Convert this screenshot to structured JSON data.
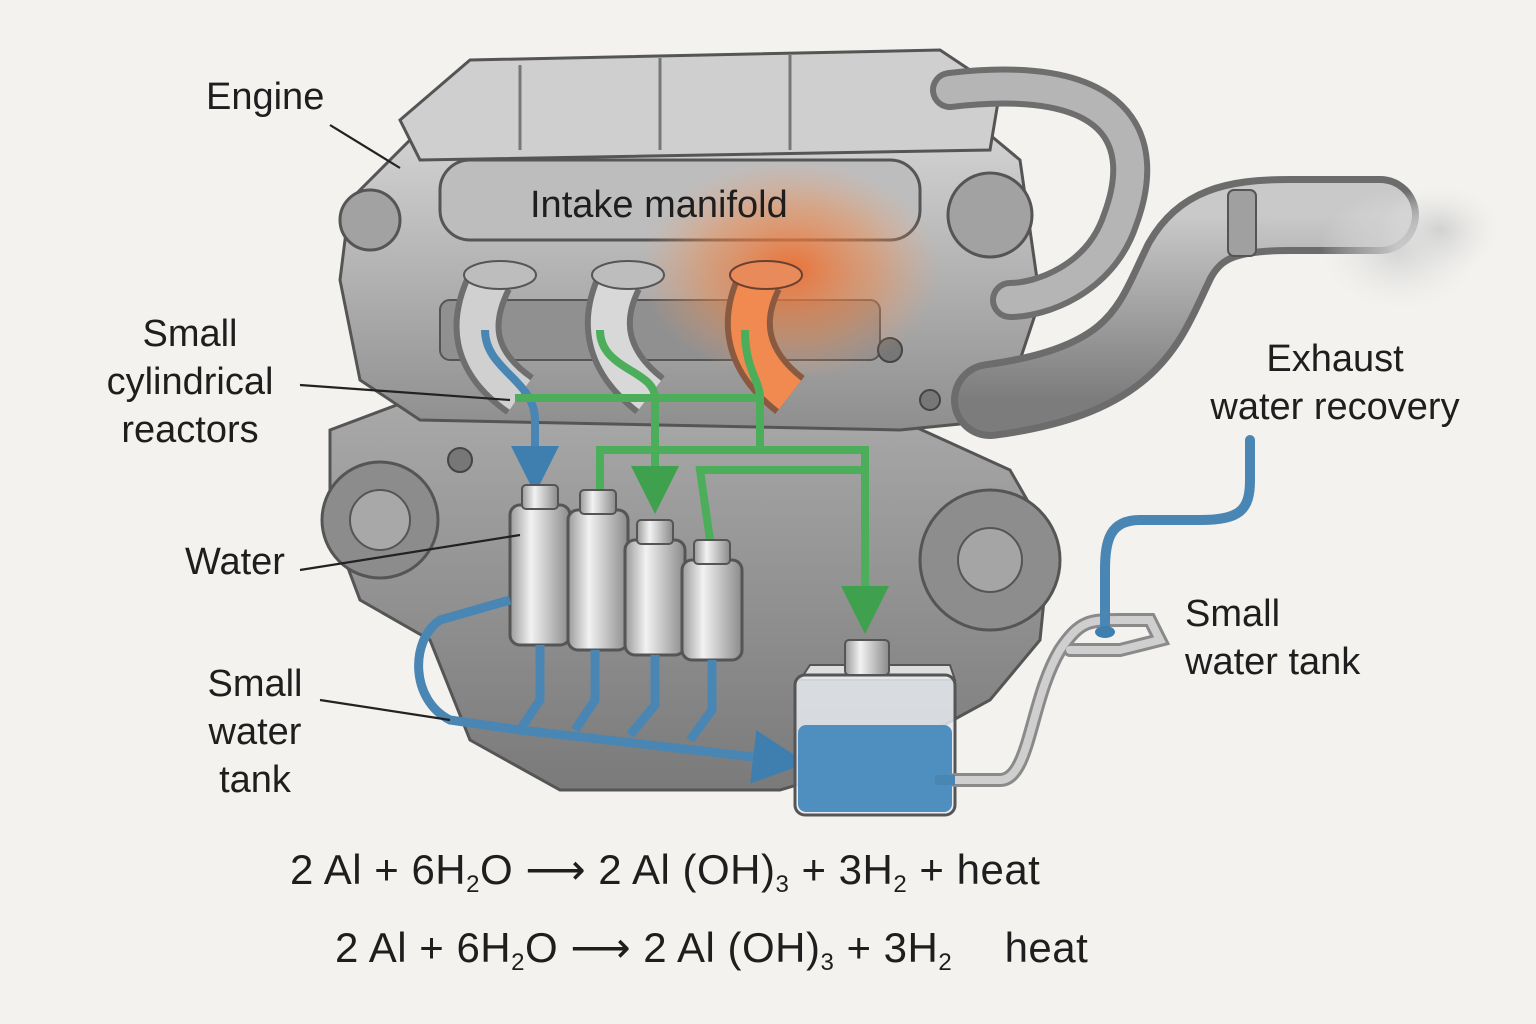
{
  "labels": {
    "engine": "Engine",
    "intake_manifold": "Intake manifold",
    "reactors": [
      "Small",
      "cylindrical",
      "reactors"
    ],
    "water": "Water",
    "small_water_tank_left": [
      "Small",
      "water",
      "tank"
    ],
    "exhaust_water_recovery": [
      "Exhaust",
      "water recovery"
    ],
    "small_water_tank_right": [
      "Small",
      "water tank"
    ]
  },
  "equations": [
    {
      "lhs_a": "2 Al",
      "plus1": "+",
      "lhs_b": "6H",
      "lhs_b_sub": "2",
      "lhs_b_end": "O",
      "arrow": "⟶",
      "rhs_a": "2 Al (OH)",
      "rhs_a_sub": "3",
      "plus2": "+",
      "rhs_b": "3H",
      "rhs_b_sub": "2",
      "plus3": "+",
      "rhs_c": "heat"
    },
    {
      "lhs_a": "2 Al",
      "plus1": "+",
      "lhs_b": "6H",
      "lhs_b_sub": "2",
      "lhs_b_end": "O",
      "arrow": "⟶",
      "rhs_a": "2 Al (OH)",
      "rhs_a_sub": "3",
      "plus2": "+",
      "rhs_b": "3H",
      "rhs_b_sub": "2",
      "rhs_c": "heat"
    }
  ],
  "colors": {
    "background": "#f3f2ee",
    "engine_metal": "#9a9a9a",
    "water_line": "#4a86b4",
    "hydrogen_line": "#4cae5a",
    "heat_glow": "#f07a3a",
    "tank_water": "#4f8fbf"
  }
}
